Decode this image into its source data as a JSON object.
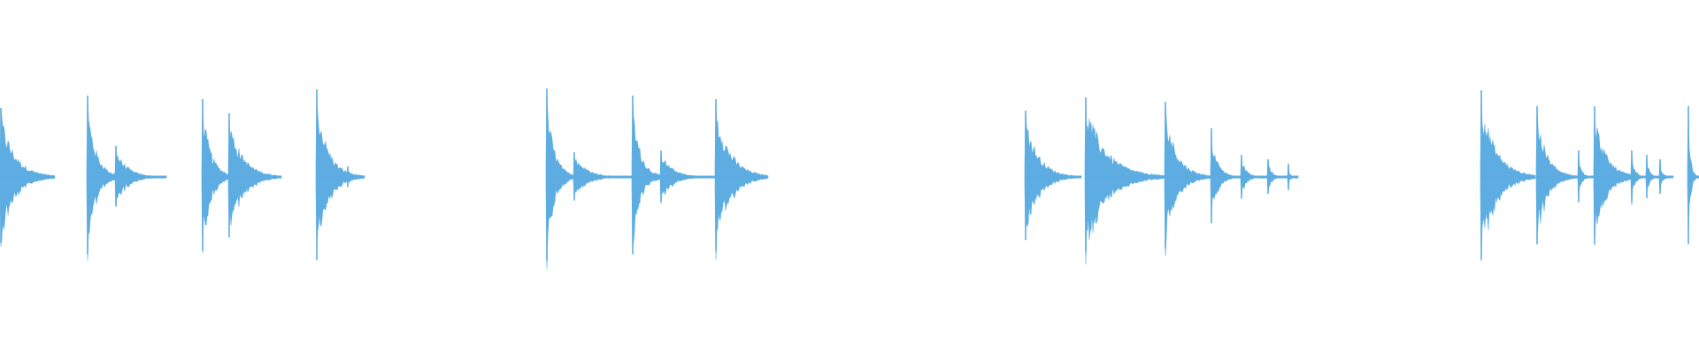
{
  "view": {
    "name": "audio-waveform-display",
    "wave_color": "#5DADE2",
    "background": "#FFFFFF"
  },
  "waveform": {
    "onset_groups": [
      {
        "group": 1,
        "hits": [
          {
            "amp": 0.78,
            "decay": 0.7
          },
          {
            "amp": 0.92,
            "decay": 0.85
          },
          {
            "amp": 0.35,
            "decay": 0.5
          },
          {
            "amp": 0.88,
            "decay": 0.9
          },
          {
            "amp": 0.72,
            "decay": 0.7
          },
          {
            "amp": 0.99,
            "decay": 0.6
          },
          {
            "amp": 0.12,
            "decay": 0.3
          }
        ]
      },
      {
        "group": 2,
        "hits": [
          {
            "amp": 1.0,
            "decay": 0.8
          },
          {
            "amp": 0.28,
            "decay": 0.4
          },
          {
            "amp": 0.92,
            "decay": 0.8
          },
          {
            "amp": 0.3,
            "decay": 0.4
          },
          {
            "amp": 0.88,
            "decay": 0.75
          }
        ]
      },
      {
        "group": 3,
        "hits": [
          {
            "amp": 0.75,
            "decay": 0.55
          },
          {
            "amp": 0.9,
            "decay": 0.7
          },
          {
            "amp": 0.85,
            "decay": 0.7
          },
          {
            "amp": 0.55,
            "decay": 0.45
          },
          {
            "amp": 0.25,
            "decay": 0.3
          },
          {
            "amp": 0.2,
            "decay": 0.25
          },
          {
            "amp": 0.15,
            "decay": 0.2
          }
        ]
      },
      {
        "group": 4,
        "hits": [
          {
            "amp": 0.98,
            "decay": 0.75
          },
          {
            "amp": 0.8,
            "decay": 0.6
          },
          {
            "amp": 0.3,
            "decay": 0.35
          },
          {
            "amp": 0.8,
            "decay": 0.65
          },
          {
            "amp": 0.3,
            "decay": 0.35
          },
          {
            "amp": 0.25,
            "decay": 0.3
          },
          {
            "amp": 0.2,
            "decay": 0.3
          },
          {
            "amp": 0.8,
            "decay": 0.5
          }
        ]
      }
    ]
  }
}
